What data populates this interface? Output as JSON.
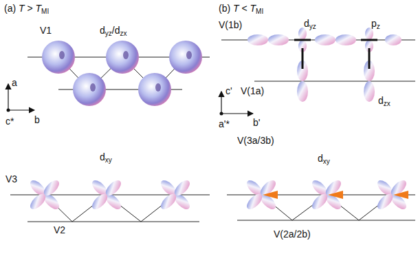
{
  "diagram": {
    "labels": [
      "(a) T > TMI",
      "V1",
      "dyz/dzx",
      "a",
      "c*",
      "b",
      "V3",
      "dxy",
      "V2",
      "(b) T < TMI",
      "V(1b)",
      "dyz",
      "pz",
      "V(1a)",
      "dzx",
      "c'",
      "a'*",
      "b'",
      "V(3a/3b)",
      "dxy",
      "V(2a/2b)"
    ]
  }
}
